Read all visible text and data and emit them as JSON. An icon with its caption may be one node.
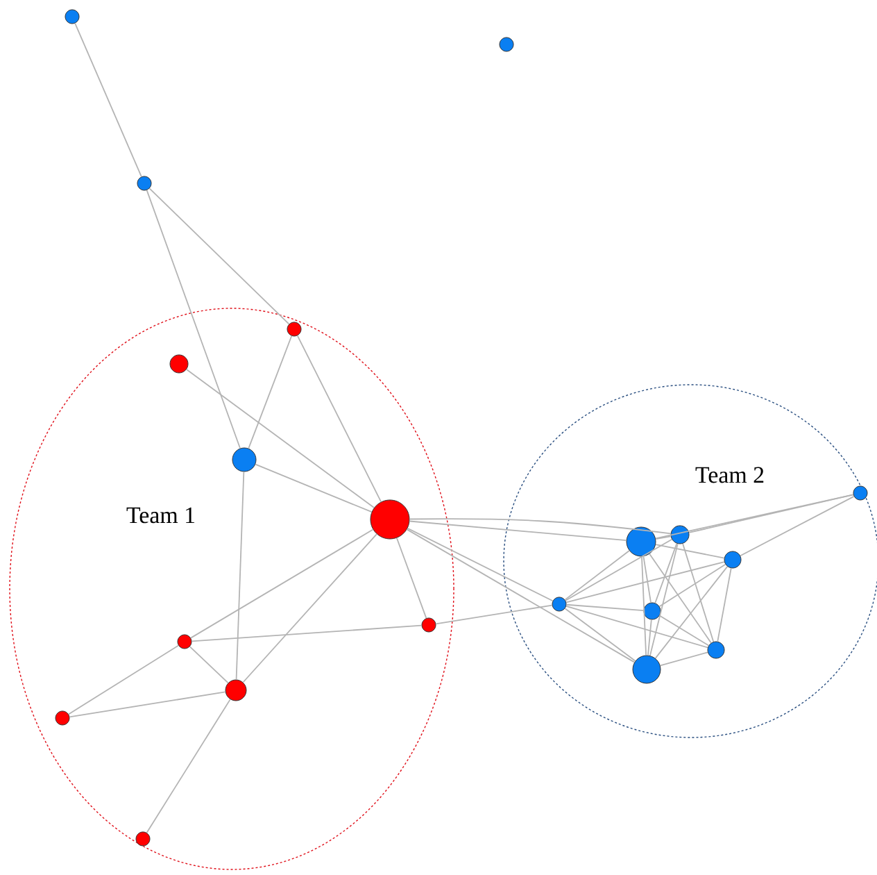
{
  "diagram": {
    "nodes": [
      {
        "text": [],
        "shape": "circle"
      },
      {
        "text": [],
        "shape": "circle"
      },
      {
        "text": [],
        "shape": "circle"
      },
      {
        "text": [
          "Team 1"
        ]
      },
      {
        "text": [],
        "shape": "circle",
        "in": 3
      },
      {
        "text": [],
        "shape": "circle",
        "in": 3
      },
      {
        "text": [],
        "shape": "circle",
        "in": 3
      },
      {
        "text": [],
        "shape": "circle",
        "in": 3
      },
      {
        "text": [],
        "shape": "circle",
        "in": 3
      },
      {
        "text": [],
        "shape": "circle",
        "in": 3
      },
      {
        "text": [],
        "shape": "circle",
        "in": 3
      },
      {
        "text": [],
        "shape": "circle",
        "in": 3
      },
      {
        "text": [],
        "shape": "circle",
        "in": 3
      },
      {
        "text": [
          "Team 2"
        ]
      },
      {
        "text": [],
        "shape": "circle",
        "in": 13
      },
      {
        "text": [],
        "shape": "circle",
        "in": 13
      },
      {
        "text": [],
        "shape": "circle",
        "in": 13
      },
      {
        "text": [],
        "shape": "circle",
        "in": 13
      },
      {
        "text": [],
        "shape": "circle",
        "in": 13
      },
      {
        "text": [],
        "shape": "circle",
        "in": 13
      },
      {
        "text": [],
        "shape": "circle",
        "in": 13
      },
      {
        "text": [],
        "shape": "circle",
        "in": 13
      }
    ],
    "edges": [
      {
        "from": 0,
        "to": 2,
        "arrow": "none"
      },
      {
        "from": 2,
        "to": 6,
        "arrow": "none"
      },
      {
        "from": 2,
        "to": 4,
        "arrow": "none"
      },
      {
        "from": 4,
        "to": 6,
        "arrow": "none"
      },
      {
        "from": 4,
        "to": 7,
        "arrow": "none"
      },
      {
        "from": 5,
        "to": 7,
        "arrow": "none"
      },
      {
        "from": 6,
        "to": 7,
        "arrow": "none"
      },
      {
        "from": 6,
        "to": 10,
        "arrow": "none"
      },
      {
        "from": 7,
        "to": 9,
        "arrow": "none"
      },
      {
        "from": 7,
        "to": 10,
        "arrow": "none"
      },
      {
        "from": 7,
        "to": 8,
        "arrow": "none"
      },
      {
        "from": 9,
        "to": 10,
        "arrow": "none"
      },
      {
        "from": 9,
        "to": 11,
        "arrow": "none"
      },
      {
        "from": 11,
        "to": 10,
        "arrow": "none"
      },
      {
        "from": 10,
        "to": 12,
        "arrow": "none"
      },
      {
        "from": 9,
        "to": 8,
        "arrow": "none"
      },
      {
        "from": 8,
        "to": 18,
        "arrow": "none"
      },
      {
        "from": 7,
        "to": 14,
        "arrow": "none"
      },
      {
        "from": 7,
        "to": 15,
        "arrow": "none"
      },
      {
        "from": 7,
        "to": 18,
        "arrow": "none"
      },
      {
        "from": 7,
        "to": 21,
        "arrow": "none"
      },
      {
        "from": 14,
        "to": 15,
        "arrow": "none"
      },
      {
        "from": 14,
        "to": 17,
        "arrow": "none"
      },
      {
        "from": 14,
        "to": 16,
        "arrow": "none"
      },
      {
        "from": 15,
        "to": 16,
        "arrow": "none"
      },
      {
        "from": 17,
        "to": 16,
        "arrow": "none"
      },
      {
        "from": 18,
        "to": 14,
        "arrow": "none"
      },
      {
        "from": 18,
        "to": 15,
        "arrow": "none"
      },
      {
        "from": 18,
        "to": 17,
        "arrow": "none"
      },
      {
        "from": 18,
        "to": 19,
        "arrow": "none"
      },
      {
        "from": 18,
        "to": 20,
        "arrow": "none"
      },
      {
        "from": 18,
        "to": 21,
        "arrow": "none"
      },
      {
        "from": 14,
        "to": 19,
        "arrow": "none"
      },
      {
        "from": 14,
        "to": 21,
        "arrow": "none"
      },
      {
        "from": 14,
        "to": 20,
        "arrow": "none"
      },
      {
        "from": 15,
        "to": 19,
        "arrow": "none"
      },
      {
        "from": 15,
        "to": 21,
        "arrow": "none"
      },
      {
        "from": 15,
        "to": 20,
        "arrow": "none"
      },
      {
        "from": 17,
        "to": 19,
        "arrow": "none"
      },
      {
        "from": 17,
        "to": 21,
        "arrow": "none"
      },
      {
        "from": 17,
        "to": 20,
        "arrow": "none"
      },
      {
        "from": 19,
        "to": 20,
        "arrow": "none"
      },
      {
        "from": 19,
        "to": 21,
        "arrow": "none"
      },
      {
        "from": 21,
        "to": 20,
        "arrow": "none"
      }
    ]
  }
}
